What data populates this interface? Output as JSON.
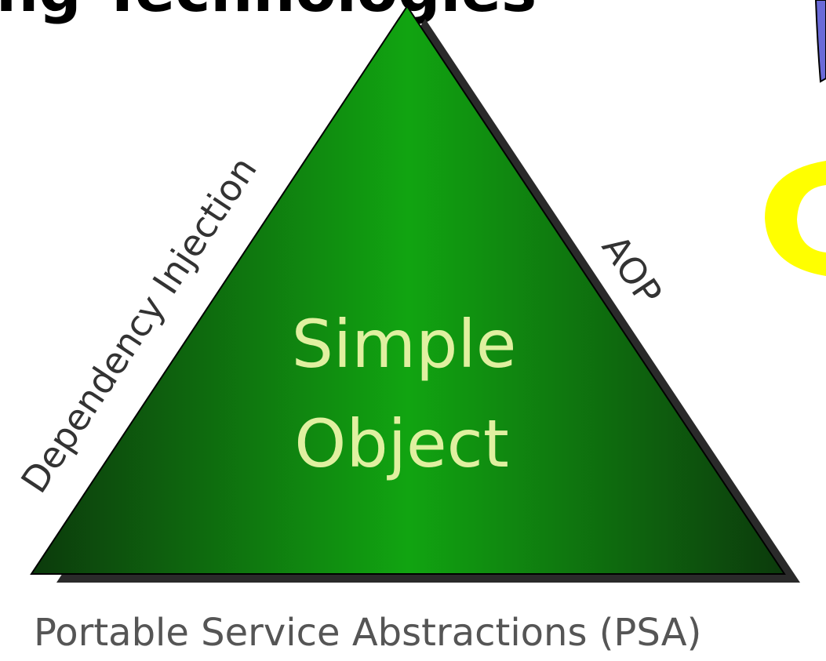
{
  "slide": {
    "title_fragment": "ng Technologies",
    "center": {
      "line1": "Simple",
      "line2": "Object"
    },
    "left_edge_label": "Dependency Injection",
    "right_edge_label": "AOP",
    "bottom_label": "Portable Service Abstractions (PSA)"
  },
  "colors": {
    "triangle_edge": "#0c3a0c",
    "triangle_center": "#11a411",
    "triangle_shadow": "#2a2a2a",
    "center_text": "#e0f0a0",
    "side_text": "#333333",
    "bottom_text": "#555555",
    "decor_blue": "#6a6ad8",
    "decor_yellow": "#ffff00"
  }
}
